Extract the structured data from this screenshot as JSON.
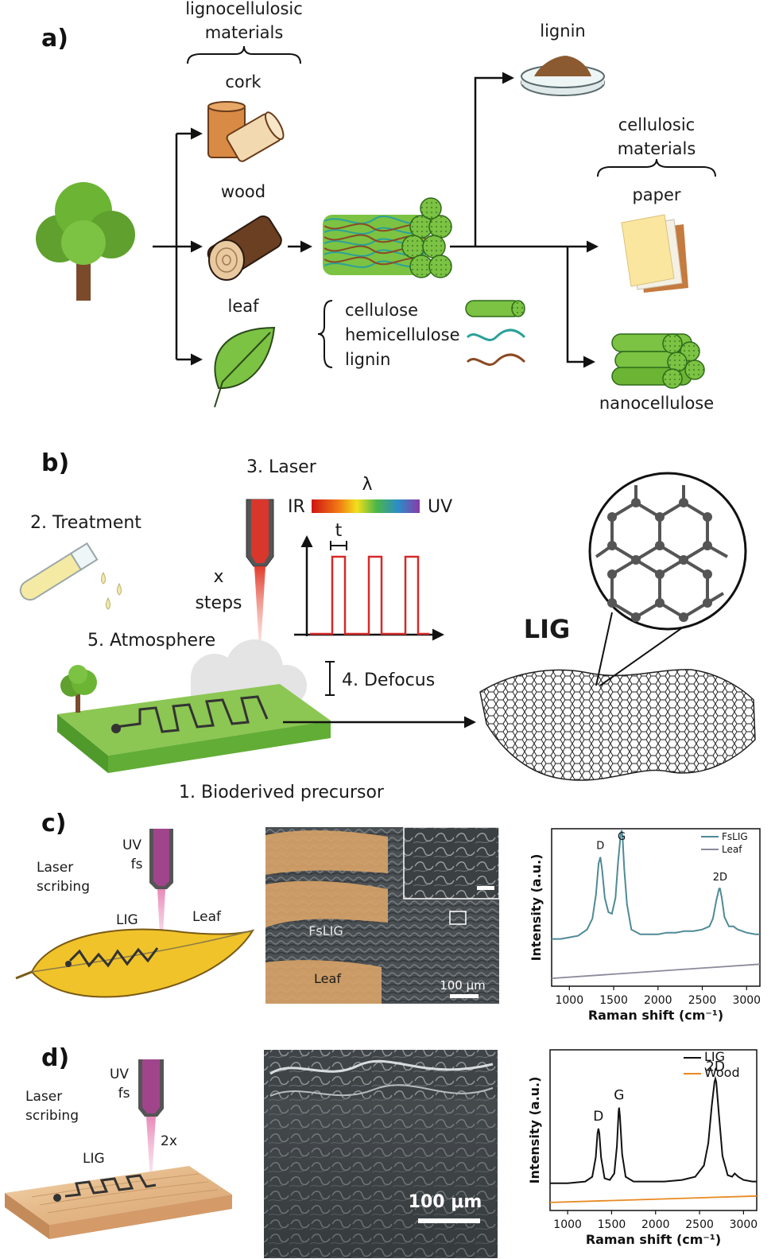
{
  "panel_a": {
    "label": "a)",
    "lignocellulosic": [
      "ligno­cellulosic",
      "materials"
    ],
    "cork": "cork",
    "wood": "wood",
    "leaf": "leaf",
    "lignin_top": "lignin",
    "cellulosic": [
      "cellulosic",
      "materials"
    ],
    "paper": "paper",
    "nanocellulose": "nanocellulose",
    "legend": {
      "cellulose": "cellulose",
      "hemicellulose": "hemicellulose",
      "lignin": "lignin"
    },
    "colors": {
      "cellulose": "#7cc243",
      "hemicellulose": "#2aa19a",
      "lignin": "#8b4a24"
    }
  },
  "panel_b": {
    "label": "b)",
    "treatment": "2. Treatment",
    "laser": "3. Laser",
    "lambda": "λ",
    "ir": "IR",
    "uv": "UV",
    "t": "t",
    "x": "x",
    "steps": "steps",
    "atmosphere": "5. Atmosphere",
    "defocus": "4. Defocus",
    "precursor": "1. Bioderived precursor",
    "lig": "LIG",
    "pulse_color": "#d42a2a"
  },
  "panel_c": {
    "label": "c)",
    "uv": "UV",
    "fs": "fs",
    "laser_scribing": [
      "Laser",
      "scribing"
    ],
    "lig": "LIG",
    "leaf": "Leaf",
    "sem_fslig": "FsLIG",
    "sem_leaf": "Leaf",
    "scalebar": "100 μm"
  },
  "panel_d": {
    "label": "d)",
    "uv": "UV",
    "fs": "fs",
    "laser_scribing": [
      "Laser",
      "scribing"
    ],
    "lig": "LIG",
    "times": "2x",
    "scalebar": "100 μm"
  },
  "chart_data": [
    {
      "type": "line",
      "title": "",
      "xlabel": "Raman shift (cm⁻¹)",
      "ylabel": "Intensity (a.u.)",
      "xlim": [
        800,
        3150
      ],
      "xticks": [
        1000,
        1500,
        2000,
        2500,
        3000
      ],
      "peak_labels": [
        {
          "text": "D",
          "x": 1350
        },
        {
          "text": "G",
          "x": 1590
        },
        {
          "text": "2D",
          "x": 2700
        }
      ],
      "legend_position": "top-right",
      "series": [
        {
          "name": "FsLIG",
          "color": "#4f8a97",
          "x": [
            800,
            900,
            1000,
            1100,
            1200,
            1260,
            1300,
            1330,
            1350,
            1370,
            1400,
            1440,
            1480,
            1520,
            1550,
            1580,
            1590,
            1600,
            1620,
            1650,
            1700,
            1800,
            1900,
            2000,
            2100,
            2200,
            2300,
            2400,
            2500,
            2580,
            2620,
            2660,
            2690,
            2700,
            2720,
            2750,
            2800,
            2850,
            2900,
            3000,
            3100,
            3150
          ],
          "y": [
            0.3,
            0.3,
            0.31,
            0.32,
            0.36,
            0.43,
            0.58,
            0.78,
            0.82,
            0.74,
            0.56,
            0.47,
            0.46,
            0.56,
            0.79,
            0.97,
            0.99,
            0.95,
            0.74,
            0.52,
            0.36,
            0.33,
            0.33,
            0.33,
            0.34,
            0.34,
            0.35,
            0.35,
            0.36,
            0.38,
            0.43,
            0.55,
            0.62,
            0.62,
            0.56,
            0.44,
            0.38,
            0.38,
            0.36,
            0.34,
            0.33,
            0.33
          ]
        },
        {
          "name": "Leaf",
          "color": "#8a8a9c",
          "x": [
            800,
            3150
          ],
          "y": [
            0.05,
            0.14
          ]
        }
      ]
    },
    {
      "type": "line",
      "title": "",
      "xlabel": "Raman shift (cm⁻¹)",
      "ylabel": "Intensity (a.u.)",
      "xlim": [
        800,
        3150
      ],
      "xticks": [
        1000,
        1500,
        2000,
        2500,
        3000
      ],
      "peak_labels": [
        {
          "text": "D",
          "x": 1350
        },
        {
          "text": "G",
          "x": 1585
        },
        {
          "text": "2D",
          "x": 2680
        }
      ],
      "legend_position": "top-right",
      "series": [
        {
          "name": "LIG",
          "color": "#111111",
          "x": [
            800,
            1000,
            1200,
            1280,
            1320,
            1340,
            1350,
            1360,
            1380,
            1420,
            1480,
            1530,
            1560,
            1580,
            1585,
            1595,
            1620,
            1660,
            1750,
            1900,
            2100,
            2300,
            2450,
            2550,
            2600,
            2640,
            2670,
            2680,
            2690,
            2720,
            2760,
            2820,
            2870,
            2900,
            2940,
            3000,
            3100,
            3150
          ],
          "y": [
            0.17,
            0.17,
            0.18,
            0.21,
            0.33,
            0.48,
            0.51,
            0.48,
            0.33,
            0.2,
            0.19,
            0.23,
            0.4,
            0.62,
            0.64,
            0.58,
            0.35,
            0.21,
            0.18,
            0.18,
            0.18,
            0.19,
            0.21,
            0.28,
            0.42,
            0.66,
            0.8,
            0.82,
            0.8,
            0.6,
            0.34,
            0.22,
            0.21,
            0.23,
            0.21,
            0.19,
            0.18,
            0.18
          ]
        },
        {
          "name": "Wood",
          "color": "#e8891f",
          "x": [
            800,
            3150
          ],
          "y": [
            0.05,
            0.09
          ]
        }
      ]
    }
  ]
}
